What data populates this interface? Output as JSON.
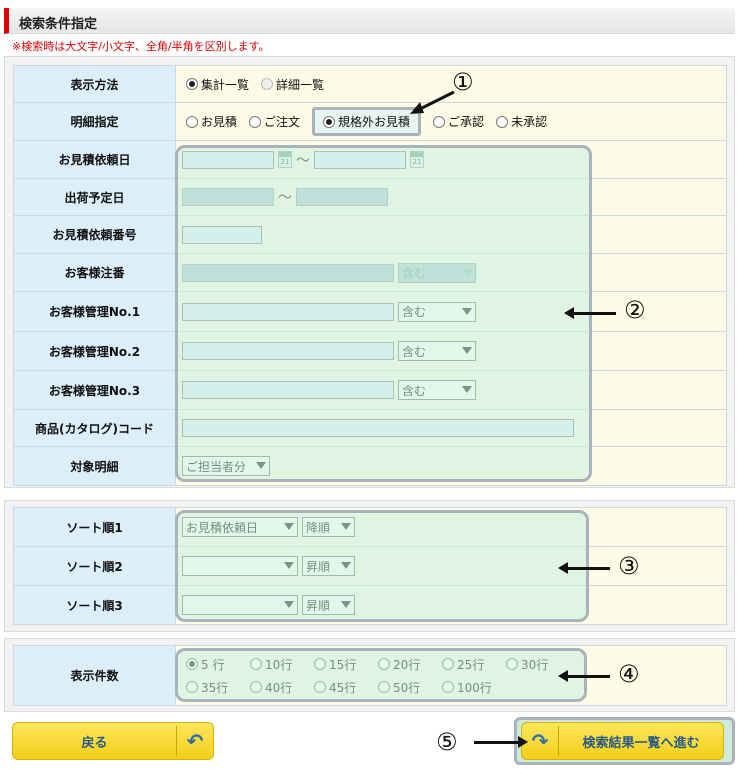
{
  "header": {
    "title": "検索条件指定",
    "note": "※検索時は大文字/小文字、全角/半角を区別します。"
  },
  "rows": {
    "display_method": {
      "label": "表示方法",
      "options": [
        "集計一覧",
        "詳細一覧"
      ],
      "selected": "集計一覧"
    },
    "detail_type": {
      "label": "明細指定",
      "options": [
        "お見積",
        "ご注文",
        "規格外お見積",
        "ご承認",
        "未承認"
      ],
      "selected": "規格外お見積"
    },
    "quote_request_date": {
      "label": "お見積依頼日",
      "tilde": "～"
    },
    "ship_date": {
      "label": "出荷予定日",
      "tilde": "～"
    },
    "quote_request_no": {
      "label": "お見積依頼番号"
    },
    "customer_order_no": {
      "label": "お客様注番",
      "select": "含む"
    },
    "customer_mgmt1": {
      "label": "お客様管理No.1",
      "select": "含む"
    },
    "customer_mgmt2": {
      "label": "お客様管理No.2",
      "select": "含む"
    },
    "customer_mgmt3": {
      "label": "お客様管理No.3",
      "select": "含む"
    },
    "catalog_code": {
      "label": "商品(カタログ)コード"
    },
    "target_detail": {
      "label": "対象明細",
      "select": "ご担当者分"
    }
  },
  "sort": {
    "sort1": {
      "label": "ソート順1",
      "field": "お見積依頼日",
      "order": "降順"
    },
    "sort2": {
      "label": "ソート順2",
      "field": "",
      "order": "昇順"
    },
    "sort3": {
      "label": "ソート順3",
      "field": "",
      "order": "昇順"
    }
  },
  "count": {
    "label": "表示件数",
    "options": [
      "5 行",
      "10行",
      "15行",
      "20行",
      "25行",
      "30行",
      "35行",
      "40行",
      "45行",
      "50行",
      "100行"
    ],
    "selected": "5 行"
  },
  "buttons": {
    "back": "戻る",
    "search": "検索結果一覧へ進む"
  },
  "annotations": [
    "①",
    "②",
    "③",
    "④",
    "⑤"
  ],
  "calendar_icon_text": "21"
}
